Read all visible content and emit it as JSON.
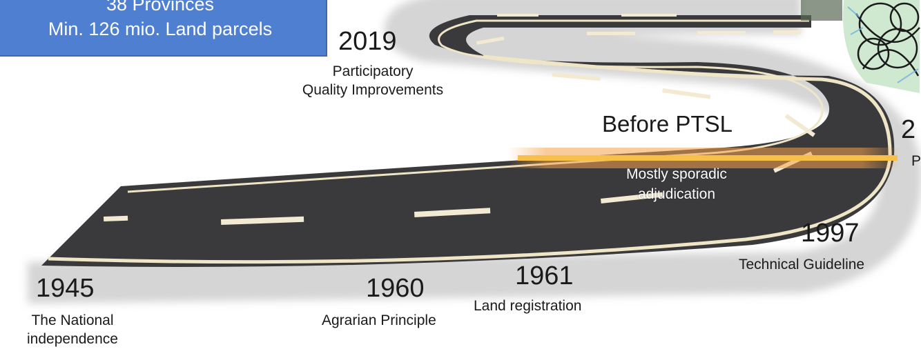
{
  "callout": {
    "line1": "38 Provinces",
    "line2": "Min. 126 mio. Land parcels"
  },
  "milestones": {
    "m2019": {
      "year": "2019",
      "desc_line1": "Participatory",
      "desc_line2": "Quality Improvements"
    },
    "m1945": {
      "year": "1945",
      "desc_line1": "The National",
      "desc_line2": "independence"
    },
    "m1960": {
      "year": "1960",
      "desc": "Agrarian Principle"
    },
    "m1961": {
      "year": "1961",
      "desc": "Land registration"
    },
    "m1997": {
      "year": "1997",
      "desc": "Technical Guideline"
    },
    "m20xx": {
      "year": "2",
      "desc": "P"
    }
  },
  "phase": {
    "title": "Before PTSL",
    "sub_line1": "Mostly sporadic",
    "sub_line2": "adjudication"
  },
  "colors": {
    "road": "#3a3a3c",
    "road_edge": "#efe6c8",
    "callout": "#4f7fd1",
    "highlight": "#f6c04a"
  },
  "icons": {
    "road": "winding-road-illustration",
    "destination": "map-parcels-illustration"
  }
}
